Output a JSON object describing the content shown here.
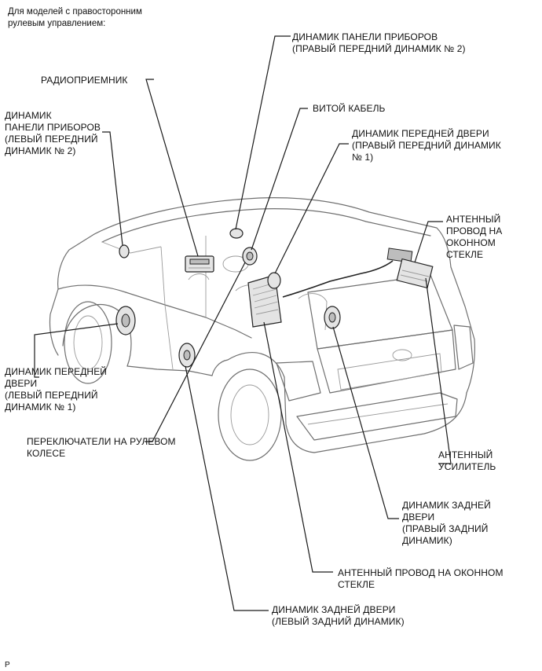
{
  "header": "Для моделей с правосторонним\nрулевым управлением:",
  "footer": "P",
  "labels": {
    "dash_speaker_right": "ДИНАМИК ПАНЕЛИ ПРИБОРОВ\n(ПРАВЫЙ ПЕРЕДНИЙ ДИНАМИК № 2)",
    "radio_receiver": "РАДИОПРИЕМНИК",
    "dash_speaker_left": "ДИНАМИК\nПАНЕЛИ ПРИБОРОВ\n(ЛЕВЫЙ ПЕРЕДНИЙ\nДИНАМИК № 2)",
    "spiral_cable": "ВИТОЙ КАБЕЛЬ",
    "front_door_speaker_right": "ДИНАМИК ПЕРЕДНЕЙ ДВЕРИ\n(ПРАВЫЙ ПЕРЕДНИЙ ДИНАМИК\n№ 1)",
    "antenna_wire_glass_upper": "АНТЕННЫЙ\nПРОВОД НА\nОКОННОМ\nСТЕКЛЕ",
    "front_door_speaker_left": "ДИНАМИК ПЕРЕДНЕЙ\nДВЕРИ\n(ЛЕВЫЙ ПЕРЕДНИЙ\nДИНАМИК № 1)",
    "steering_pad_switch": "ПЕРЕКЛЮЧАТЕЛИ НА РУЛЕВОМ\nКОЛЕСЕ",
    "antenna_amplifier": "АНТЕННЫЙ\nУСИЛИТЕЛЬ",
    "rear_door_speaker_right": "ДИНАМИК ЗАДНЕЙ\nДВЕРИ\n(ПРАВЫЙ ЗАДНИЙ\nДИНАМИК)",
    "antenna_wire_glass_lower": "АНТЕННЫЙ ПРОВОД НА ОКОННОМ\nСТЕКЛЕ",
    "rear_door_speaker_left": "ДИНАМИК ЗАДНЕЙ ДВЕРИ\n(ЛЕВЫЙ ЗАДНИЙ ДИНАМИК)"
  }
}
